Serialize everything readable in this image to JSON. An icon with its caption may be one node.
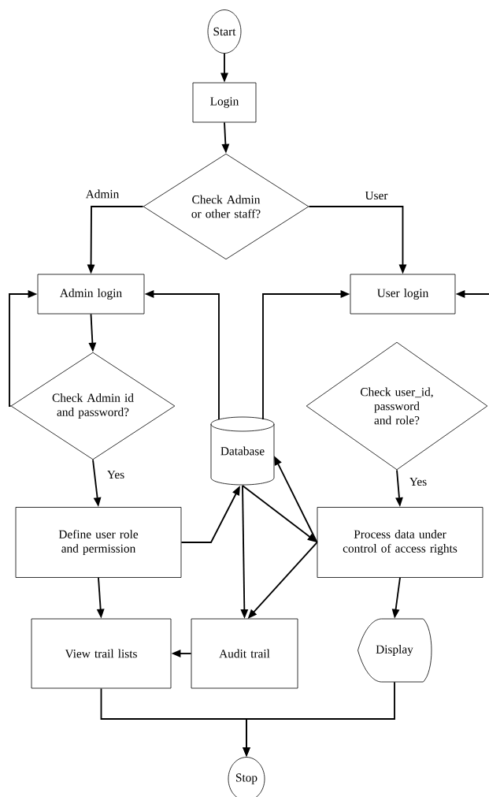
{
  "diagram": {
    "nodes": [
      {
        "text": [
          "Start"
        ]
      },
      {
        "text": [
          "Login"
        ]
      },
      {
        "text": [
          "Check Admin or other staff?"
        ]
      },
      {
        "text": [
          "Admin login"
        ]
      },
      {
        "text": [
          "User login"
        ]
      },
      {
        "text": [
          "Check Admin id and password?"
        ]
      },
      {
        "text": [
          "Database"
        ]
      },
      {
        "text": [
          "Check user_id, password and role?"
        ]
      },
      {
        "text": [
          "Define user role and permission"
        ]
      },
      {
        "text": [
          "Process data under control of access rights"
        ]
      },
      {
        "text": [
          "View trail lists"
        ]
      },
      {
        "text": [
          "Audit trail"
        ]
      },
      {
        "text": [
          "Display"
        ]
      },
      {
        "text": [
          "Stop"
        ]
      }
    ],
    "edges": [
      {
        "from": 0,
        "to": 1,
        "arrow": "to"
      },
      {
        "from": 1,
        "to": 2,
        "arrow": "to"
      },
      {
        "from": 2,
        "to": 3,
        "arrow": "to",
        "label": "Admin"
      },
      {
        "from": 2,
        "to": 4,
        "arrow": "to",
        "label": "User"
      },
      {
        "from": 3,
        "to": 5,
        "arrow": "to"
      },
      {
        "from": 5,
        "to": 3,
        "arrow": "to"
      },
      {
        "from": 6,
        "to": 3,
        "arrow": "to"
      },
      {
        "from": 6,
        "to": 4,
        "arrow": "to"
      },
      {
        "from": null,
        "to": 4,
        "arrow": "to"
      },
      {
        "from": 5,
        "to": 8,
        "arrow": "to",
        "label": "Yes"
      },
      {
        "from": 7,
        "to": 9,
        "arrow": "to",
        "label": "Yes"
      },
      {
        "from": 8,
        "to": 6,
        "arrow": "to"
      },
      {
        "from": 8,
        "to": 10,
        "arrow": "to"
      },
      {
        "from": 6,
        "to": 11,
        "arrow": "to"
      },
      {
        "from": 6,
        "to": 9,
        "arrow": "to"
      },
      {
        "from": 9,
        "to": 6,
        "arrow": "to"
      },
      {
        "from": 9,
        "to": 11,
        "arrow": "to"
      },
      {
        "from": 11,
        "to": 10,
        "arrow": "to"
      },
      {
        "from": 9,
        "to": 12,
        "arrow": "to"
      },
      {
        "from": 10,
        "to": 13,
        "arrow": "to"
      },
      {
        "from": 12,
        "to": 13,
        "arrow": "to"
      }
    ]
  }
}
